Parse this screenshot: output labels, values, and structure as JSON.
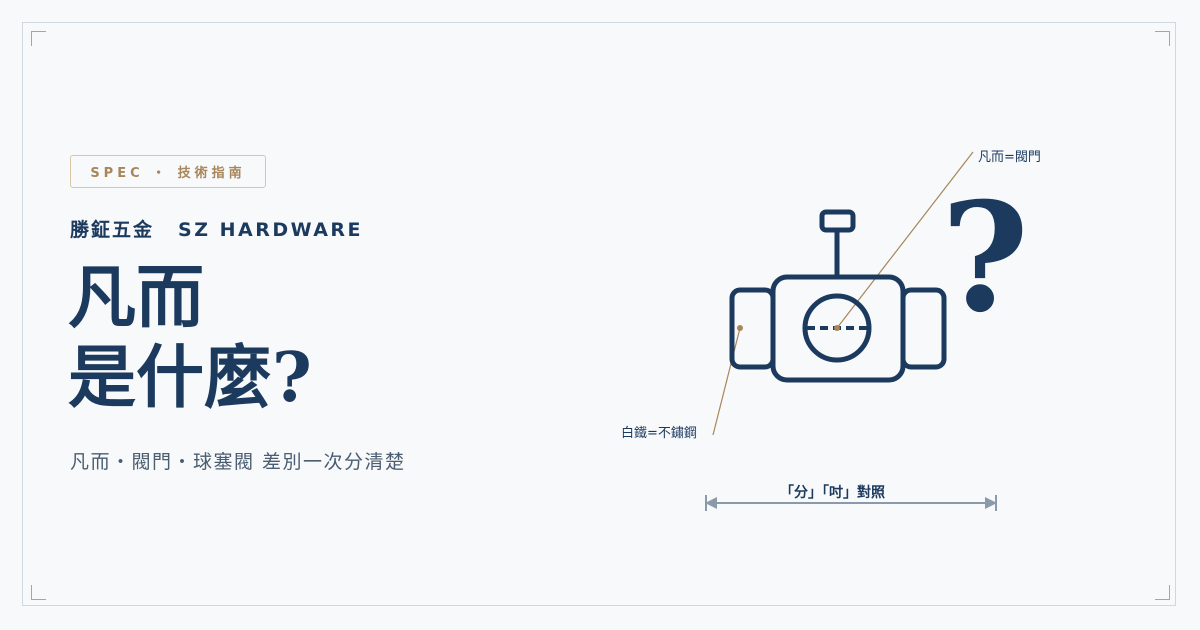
{
  "badge": "SPEC ・ 技術指南",
  "brand": {
    "zh": "勝鉦五金",
    "en": "SZ HARDWARE"
  },
  "title": {
    "line1": "凡而",
    "line2": "是什麼?"
  },
  "subtitle": "凡而・閥門・球塞閥 差別一次分清楚",
  "diagram": {
    "label_top": "凡而=閥門",
    "label_left": "白鐵=不鏽鋼",
    "label_dimension": "「分」「吋」對照",
    "question_mark": "?"
  },
  "colors": {
    "navy": "#1c3a5e",
    "gold": "#a8865a",
    "background": "#f7f9fb",
    "gray": "#8a9aab"
  }
}
